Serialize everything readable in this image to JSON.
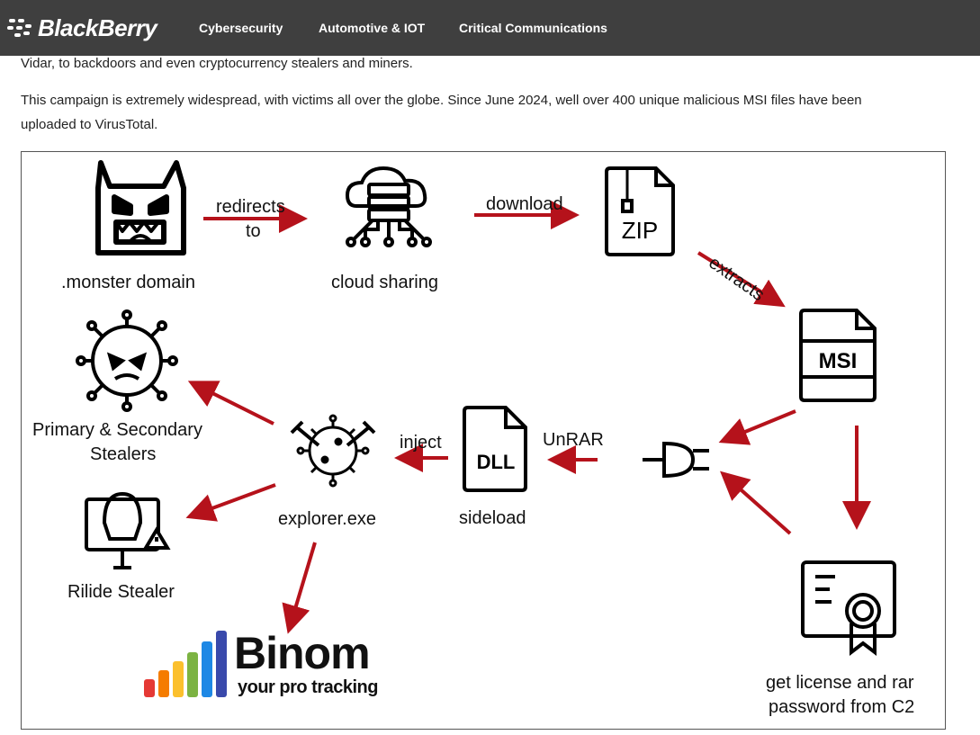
{
  "header": {
    "logo_text": "BlackBerry",
    "nav": [
      "Cybersecurity",
      "Automotive & IOT",
      "Critical Communications"
    ]
  },
  "article": {
    "line1": "Vidar, to backdoors and even cryptocurrency stealers and miners.",
    "para2_line1": "This campaign is extremely widespread, with victims all over the globe. Since June 2024, well over 400 unique malicious MSI files have been",
    "para2_line2": "uploaded to VirusTotal."
  },
  "diagram": {
    "monster_domain": ".monster domain",
    "redirects": "redirects",
    "to": "to",
    "cloud_sharing": "cloud sharing",
    "download": "download",
    "zip": "ZIP",
    "extracts": "extracts",
    "msi": "MSI",
    "license_line1": "get license and rar",
    "license_line2": "password from C2",
    "unrar": "UnRAR",
    "dll": "DLL",
    "sideload": "sideload",
    "inject": "inject",
    "explorer": "explorer.exe",
    "stealers_line1": "Primary & Secondary",
    "stealers_line2": "Stealers",
    "rilide": "Rilide Stealer",
    "binom_title": "Binom",
    "binom_sub": "your pro tracking",
    "arrow_color": "#b5121b",
    "binom_colors": [
      "#e53935",
      "#f57c00",
      "#fbc02d",
      "#7cb342",
      "#1e88e5",
      "#3949ab"
    ]
  }
}
